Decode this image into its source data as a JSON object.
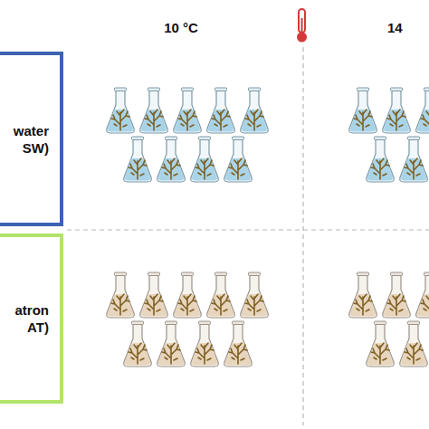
{
  "diagram": {
    "nodes": [
      {
        "text": [
          "water SW)"
        ]
      },
      {
        "text": [
          "atron AT)"
        ]
      }
    ],
    "labels": [
      "10 °C",
      "14"
    ]
  }
}
